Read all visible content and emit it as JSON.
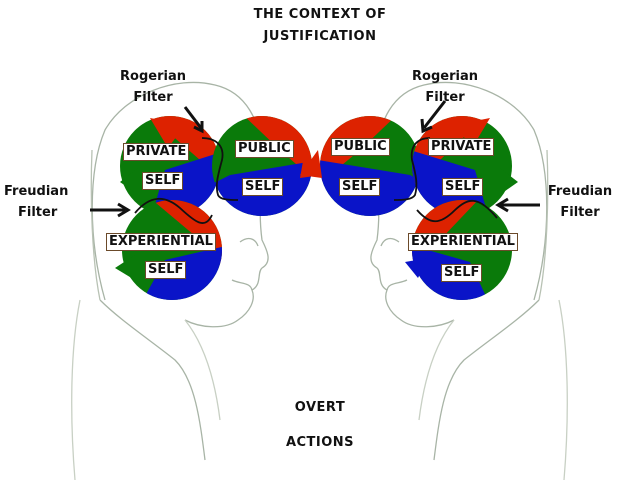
{
  "title": {
    "line1": "THE CONTEXT OF",
    "line2": "JUSTIFICATION"
  },
  "bottom": {
    "line1": "OVERT",
    "line2": "ACTIONS"
  },
  "left_person": {
    "rogerian_filter": {
      "line1": "Rogerian",
      "line2": "Filter"
    },
    "freudian_filter": {
      "line1": "Freudian",
      "line2": "Filter"
    },
    "private_self": {
      "top": "PRIVATE",
      "bottom": "SELF"
    },
    "public_self": {
      "top": "PUBLIC",
      "bottom": "SELF"
    },
    "experiential_self": {
      "top": "EXPERIENTIAL",
      "bottom": "SELF"
    }
  },
  "right_person": {
    "rogerian_filter": {
      "line1": "Rogerian",
      "line2": "Filter"
    },
    "freudian_filter": {
      "line1": "Freudian",
      "line2": "Filter"
    },
    "private_self": {
      "top": "PRIVATE",
      "bottom": "SELF"
    },
    "public_self": {
      "top": "PUBLIC",
      "bottom": "SELF"
    },
    "experiential_self": {
      "top": "EXPERIENTIAL",
      "bottom": "SELF"
    }
  },
  "colors": {
    "green": "#0a7a0a",
    "red": "#dd2200",
    "blue": "#0a14c8",
    "sketch": "#9aa89a",
    "ink": "#111111"
  }
}
